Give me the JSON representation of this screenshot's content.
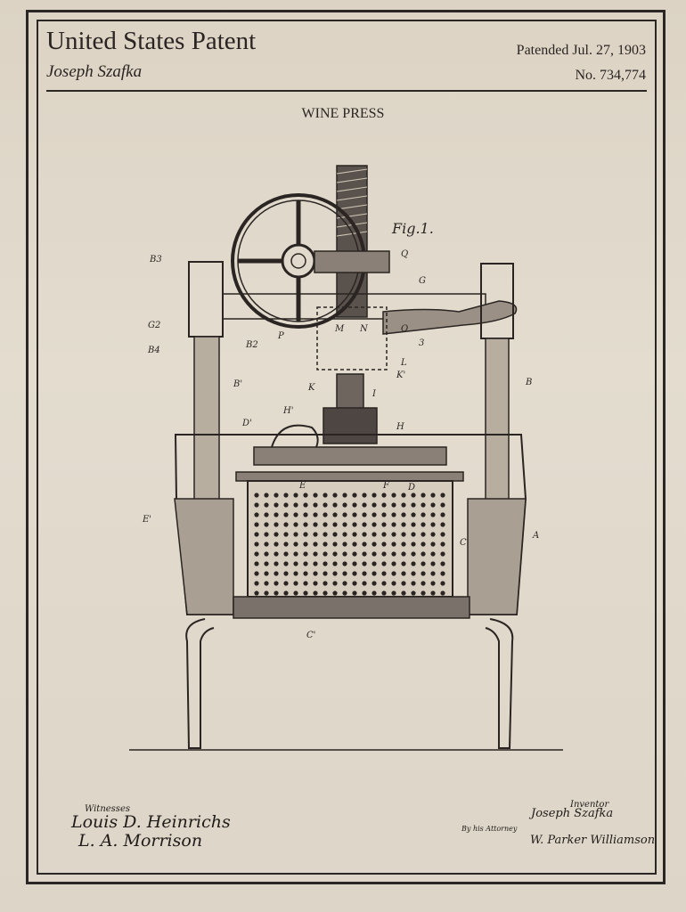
{
  "header": {
    "title": "United States Patent",
    "inventor": "Joseph Szafka",
    "date": "Patended Jul. 27, 1903",
    "number": "No. 734,774"
  },
  "figure": {
    "heading": "WINE PRESS",
    "fig_label": "Fig.1.",
    "labels": [
      "B3",
      "G2",
      "B4",
      "B2",
      "G",
      "Q",
      "P",
      "M",
      "N",
      "O",
      "L",
      "K'",
      "K",
      "I",
      "B'",
      "B",
      "H'",
      "H",
      "D'",
      "E",
      "F",
      "D",
      "E'",
      "C",
      "A",
      "C'",
      "3"
    ]
  },
  "signatures": {
    "witnesses_label": "Witnesses",
    "witness_1": "Louis D. Heinrichs",
    "witness_2": "L. A. Morrison",
    "inventor_label": "Inventor",
    "inventor_sig": "Joseph Szafka",
    "attorney_label": "By his Attorney",
    "attorney_sig": "W. Parker Williamson"
  }
}
